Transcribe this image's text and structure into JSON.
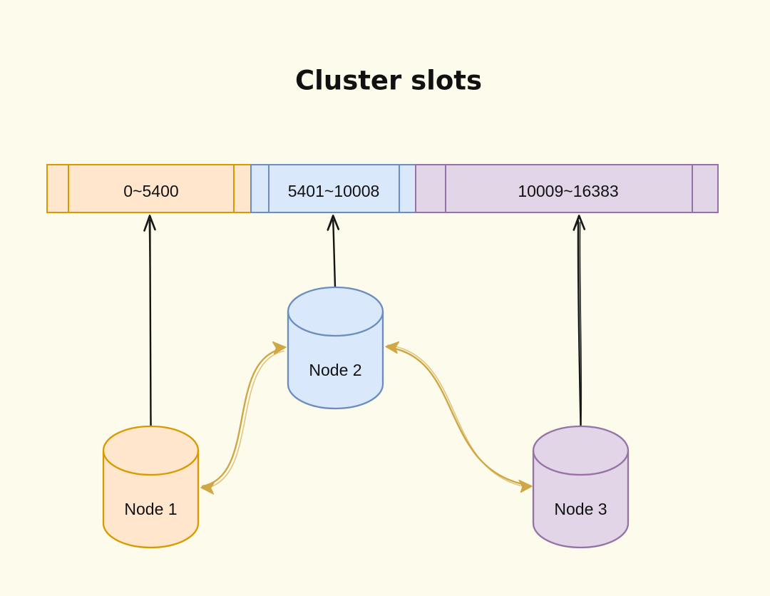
{
  "title": "Cluster slots",
  "colors": {
    "background": "#FCFBEC",
    "arrow_black": "#161616",
    "arrow_gold": "#CFA845"
  },
  "slot_bar": {
    "segments": [
      {
        "label": "0~5400",
        "fill": "#FFE6CC",
        "border": "#D79B00"
      },
      {
        "label": "5401~10008",
        "fill": "#DAE8FC",
        "border": "#6C8EBF"
      },
      {
        "label": "10009~16383",
        "fill": "#E1D5E7",
        "border": "#9673A6"
      }
    ]
  },
  "nodes": [
    {
      "label": "Node 1",
      "fill": "#FFE6CC",
      "border": "#D79B00"
    },
    {
      "label": "Node 2",
      "fill": "#DAE8FC",
      "border": "#6C8EBF"
    },
    {
      "label": "Node 3",
      "fill": "#E1D5E7",
      "border": "#9673A6"
    }
  ]
}
